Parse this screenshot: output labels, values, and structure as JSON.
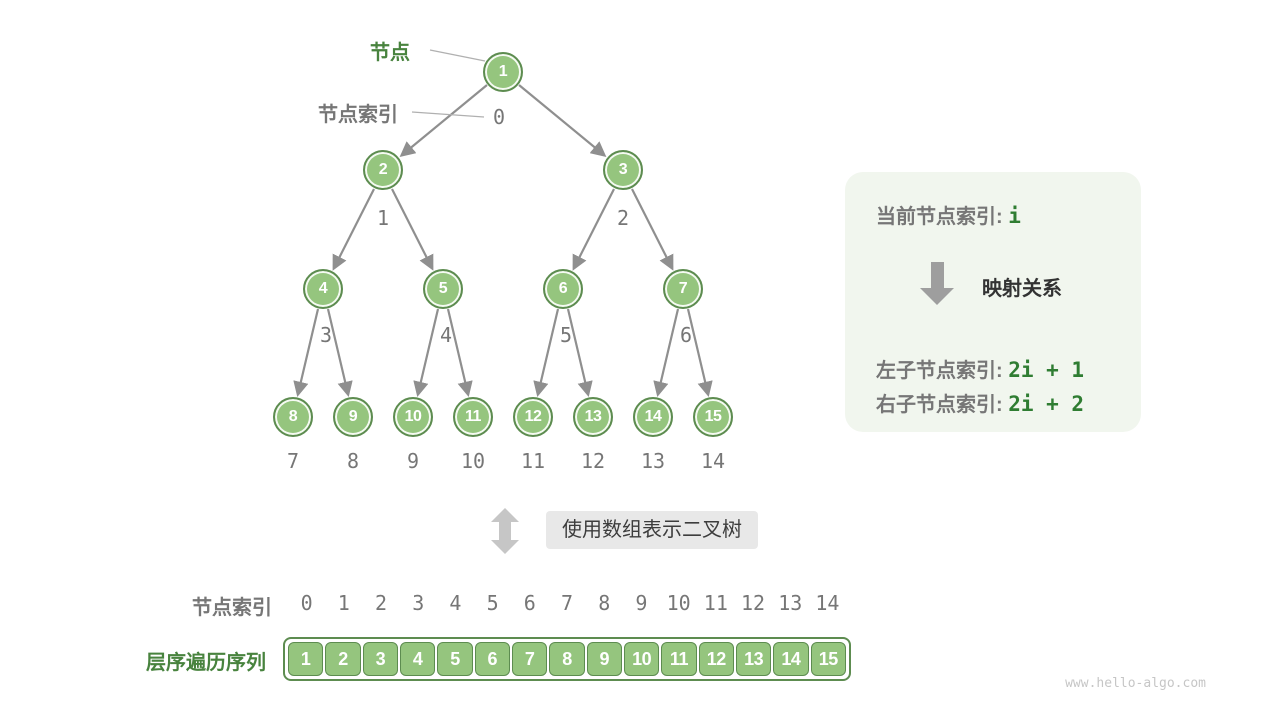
{
  "palette": {
    "node_fill": "#95c57e",
    "node_border": "#5d8c50",
    "green_text": "#48833e",
    "formula_green": "#2f7d32",
    "gray_text": "#767676",
    "edge_gray": "#8f8f8f",
    "legend_bg": "#f1f6ee"
  },
  "annotations": {
    "node_label": "节点",
    "node_index_label": "节点索引"
  },
  "tree": {
    "nodes": [
      {
        "value": "1",
        "index": "0"
      },
      {
        "value": "2",
        "index": "1"
      },
      {
        "value": "3",
        "index": "2"
      },
      {
        "value": "4",
        "index": "3"
      },
      {
        "value": "5",
        "index": "4"
      },
      {
        "value": "6",
        "index": "5"
      },
      {
        "value": "7",
        "index": "6"
      },
      {
        "value": "8",
        "index": "7"
      },
      {
        "value": "9",
        "index": "8"
      },
      {
        "value": "10",
        "index": "9"
      },
      {
        "value": "11",
        "index": "10"
      },
      {
        "value": "12",
        "index": "11"
      },
      {
        "value": "13",
        "index": "12"
      },
      {
        "value": "14",
        "index": "13"
      },
      {
        "value": "15",
        "index": "14"
      }
    ]
  },
  "legend": {
    "current_label": "当前节点索引: ",
    "current_value": "i",
    "mapping_label": "映射关系",
    "left_label": "左子节点索引: ",
    "left_formula": "2i + 1",
    "right_label": "右子节点索引: ",
    "right_formula": "2i + 2"
  },
  "transform_label": "使用数组表示二叉树",
  "array_section": {
    "index_row_label": "节点索引",
    "sequence_row_label": "层序遍历序列",
    "indices": [
      "0",
      "1",
      "2",
      "3",
      "4",
      "5",
      "6",
      "7",
      "8",
      "9",
      "10",
      "11",
      "12",
      "13",
      "14"
    ],
    "values": [
      "1",
      "2",
      "3",
      "4",
      "5",
      "6",
      "7",
      "8",
      "9",
      "10",
      "11",
      "12",
      "13",
      "14",
      "15"
    ]
  },
  "watermark": "www.hello-algo.com"
}
